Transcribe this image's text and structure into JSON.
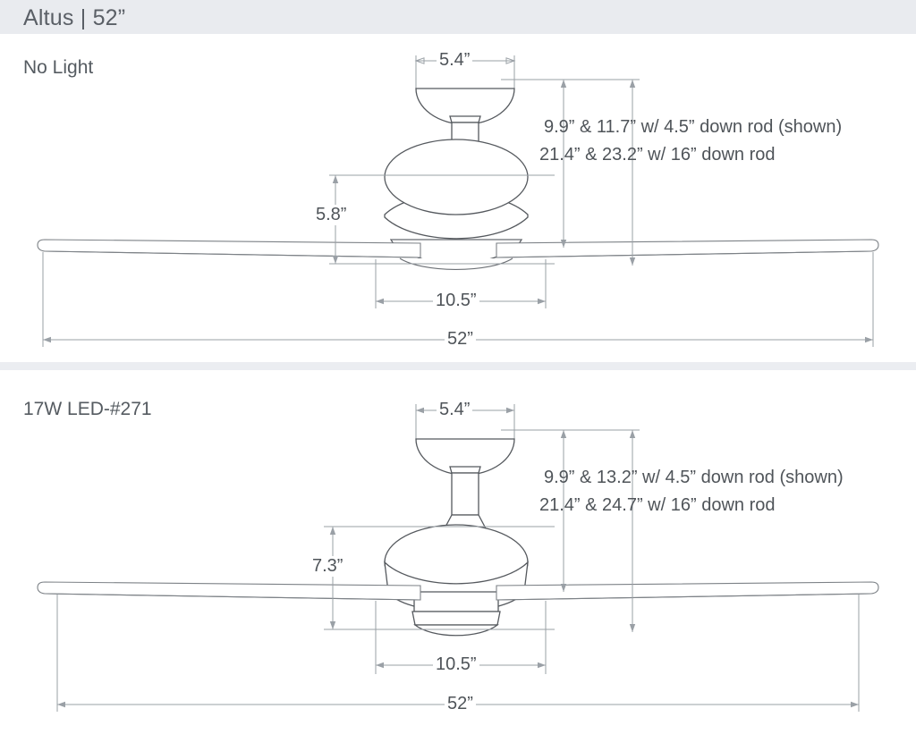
{
  "header": {
    "title": "Altus | 52”"
  },
  "divider_color": "#ebedf1",
  "header_bg": "#e9ebef",
  "line_color": "#6f7479",
  "panels": [
    {
      "id": "no-light",
      "label": "No Light",
      "canopy_width": "5.4”",
      "housing_height": "5.8”",
      "housing_width": "10.5”",
      "blade_span": "52”",
      "note_line_1": "9.9”  & 11.7” w/ 4.5” down rod (shown)",
      "note_line_2": "21.4” & 23.2” w/ 16” down rod"
    },
    {
      "id": "led-271",
      "label": "17W LED-#271",
      "canopy_width": "5.4”",
      "housing_height": "7.3”",
      "housing_width": "10.5”",
      "blade_span": "52”",
      "note_line_1": "9.9”  & 13.2” w/ 4.5” down rod (shown)",
      "note_line_2": "21.4” & 24.7” w/ 16” down rod"
    }
  ]
}
